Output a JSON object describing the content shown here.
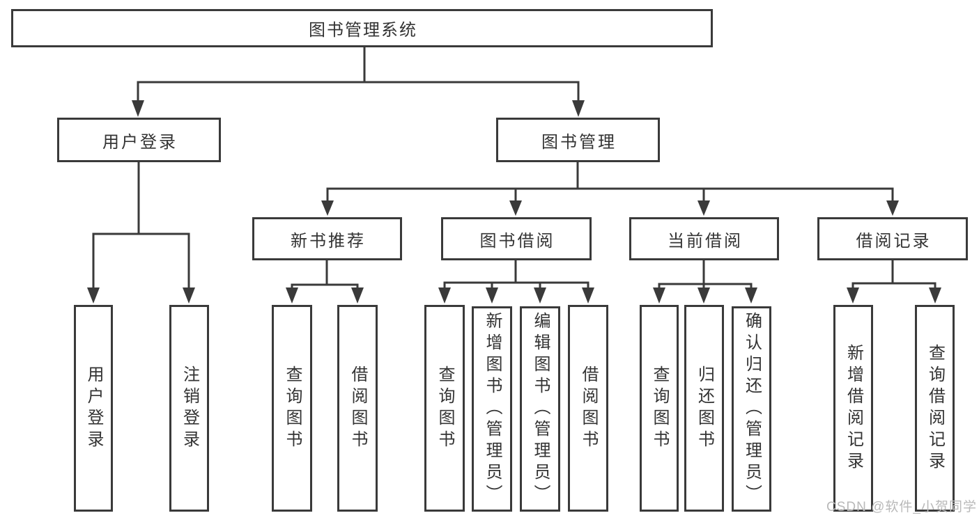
{
  "nodes": {
    "root": {
      "label": "图书管理系统"
    },
    "login": {
      "label": "用户登录",
      "children": [
        "用户登录",
        "注销登录"
      ]
    },
    "mgmt": {
      "label": "图书管理",
      "children": [
        {
          "label": "新书推荐",
          "children": [
            "查询图书",
            "借阅图书"
          ]
        },
        {
          "label": "图书借阅",
          "children": [
            "查询图书",
            "新增图书（管理员）",
            "编辑图书（管理员）",
            "借阅图书"
          ]
        },
        {
          "label": "当前借阅",
          "children": [
            "查询图书",
            "归还图书",
            "确认归还（管理员）"
          ]
        },
        {
          "label": "借阅记录",
          "children": [
            "新增借阅记录",
            "查询借阅记录"
          ]
        }
      ]
    }
  },
  "watermark": {
    "text": "CSDN @软件_小贺同学"
  },
  "colors": {
    "line": "#3a3a3a",
    "text": "#333333",
    "watermark": "#b9b9b9",
    "background": "#ffffff"
  }
}
